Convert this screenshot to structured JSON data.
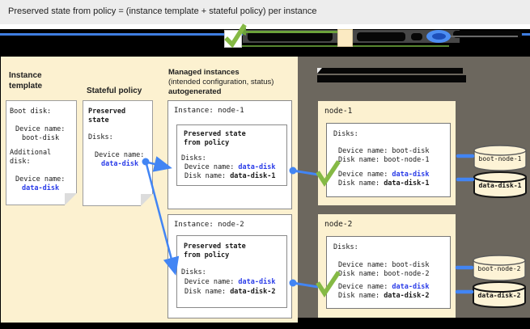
{
  "title": "Preserved state from policy = (instance template + stateful policy) per instance",
  "colors": {
    "accent_blue": "#4285f4",
    "link_blue": "#2a3ce8",
    "check_green": "#85b945",
    "panel_cream": "#fcf1d0",
    "panel_gray": "#6c675e"
  },
  "left": {
    "instance_template": {
      "heading": "Instance template",
      "boot_disk_label": "Boot disk:",
      "boot_device_label": "Device name:",
      "boot_device_value": "boot-disk",
      "additional_disk_label": "Additional disk:",
      "add_device_label": "Device name:",
      "add_device_value": "data-disk"
    },
    "stateful_policy": {
      "heading": "Stateful policy",
      "preserved_state_title": "Preserved state",
      "disks_label": "Disks:",
      "device_label": "Device name:",
      "device_value": "data-disk"
    },
    "managed": {
      "heading_1": "Managed instances",
      "heading_2": "(intended configuration, status)",
      "heading_3": "autogenerated",
      "instances": [
        {
          "title": "Instance: node-1",
          "preserved_title": "Preserved state from policy",
          "disks_label": "Disks:",
          "device_label": "Device name:",
          "device_value": "data-disk",
          "disk_label": "Disk name:",
          "disk_value": "data-disk-1"
        },
        {
          "title": "Instance: node-2",
          "preserved_title": "Preserved state from policy",
          "disks_label": "Disks:",
          "device_label": "Device name:",
          "device_value": "data-disk",
          "disk_label": "Disk name:",
          "disk_value": "data-disk-2"
        }
      ]
    }
  },
  "right": {
    "nodes": [
      {
        "name": "node-1",
        "disks_label": "Disks:",
        "boot_device_label": "Device name:",
        "boot_device_value": "boot-disk",
        "boot_disk_label": "Disk name:",
        "boot_disk_value": "boot-node-1",
        "data_device_label": "Device name:",
        "data_device_value": "data-disk",
        "data_disk_label": "Disk name:",
        "data_disk_value": "data-disk-1",
        "cyl_boot": "boot-node-1",
        "cyl_data": "data-disk-1"
      },
      {
        "name": "node-2",
        "disks_label": "Disks:",
        "boot_device_label": "Device name:",
        "boot_device_value": "boot-disk",
        "boot_disk_label": "Disk name:",
        "boot_disk_value": "boot-node-2",
        "data_device_label": "Device name:",
        "data_device_value": "data-disk",
        "data_disk_label": "Disk name:",
        "data_disk_value": "data-disk-2",
        "cyl_boot": "boot-node-2",
        "cyl_data": "data-disk-2"
      }
    ]
  }
}
